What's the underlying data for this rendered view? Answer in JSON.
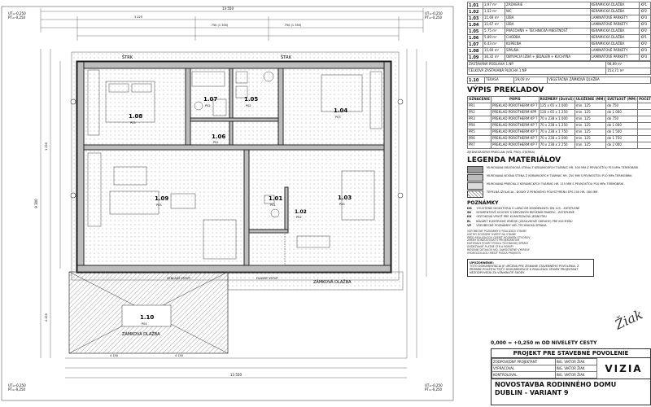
{
  "rooms": [
    {
      "id": "1.01",
      "area": "3,97 m²",
      "name": "ZÁDVERIE",
      "floor": "KERAMICKÁ DLAŽBA",
      "kp": "KP1"
    },
    {
      "id": "1.02",
      "area": "1,52 m²",
      "name": "WC",
      "floor": "KERAMICKÁ DLAŽBA",
      "kp": "KP2"
    },
    {
      "id": "1.03",
      "area": "11,69 m²",
      "name": "IZBA",
      "floor": "LAMINÁTOVÉ PARKETY",
      "kp": "KP3"
    },
    {
      "id": "1.04",
      "area": "11,67 m²",
      "name": "IZBA",
      "floor": "LAMINÁTOVÉ PARKETY",
      "kp": "KP3"
    },
    {
      "id": "1.05",
      "area": "5,75 m²",
      "name": "PRÁČOVŇA + TECHNICKÁ MIESTNOSŤ",
      "floor": "KERAMICKÁ DLAŽBA",
      "kp": "KP2"
    },
    {
      "id": "1.06",
      "area": "5,89 m²",
      "name": "CHODBA",
      "floor": "KERAMICKÁ DLAŽBA",
      "kp": "KP1"
    },
    {
      "id": "1.07",
      "area": "6,43 m²",
      "name": "KÚPEĽŇA",
      "floor": "KERAMICKÁ DLAŽBA",
      "kp": "KP2"
    },
    {
      "id": "1.08",
      "area": "15,69 m²",
      "name": "SPÁLŇA",
      "floor": "LAMINÁTOVÉ PARKETY",
      "kp": "KP3"
    },
    {
      "id": "1.09",
      "area": "36,32 m²",
      "name": "OBÝVACIA IZBA + JEDÁLEŇ + KUCHYŇA",
      "floor": "LAMINÁTOVÉ PARKETY",
      "kp": "KP3"
    }
  ],
  "totals": [
    {
      "label": "ZASTAVANÁ PODLAHA 1.NP",
      "value": "98,89 m²"
    },
    {
      "label": "CELKOVÁ ZASTAVANÁ PLOCHA 1.NP",
      "value": "153,71 m²"
    }
  ],
  "terrace": {
    "id": "1.10",
    "name": "TERASA",
    "area": "29,09 m²",
    "floor": "VEGETAČNÁ ZÁMKOVÁ DLAŽBA"
  },
  "lintels": {
    "title": "VÝPIS PREKLADOV",
    "headers": [
      "OZNAČENIE",
      "POPIS",
      "ROZMERY (DxVxŠ)",
      "ULOŽENIE (MM)",
      "SVETLOSŤ (MM)",
      "POČET"
    ],
    "rows": [
      [
        "PR1",
        "PREKLAD POROTHERM KP 7",
        "125 x 65 x 1 000",
        "min. 125",
        "do 750",
        ""
      ],
      [
        "PR2",
        "PREKLAD POROTHERM KPP",
        "120 x 65 x 1 250",
        "min. 125",
        "do 1 000",
        ""
      ],
      [
        "PR3",
        "PREKLAD POROTHERM KP 7",
        "70 x 238 x 1 000",
        "min. 125",
        "do 750",
        ""
      ],
      [
        "PR4",
        "PREKLAD POROTHERM KP 7",
        "70 x 238 x 1 250",
        "min. 125",
        "do 1 000",
        ""
      ],
      [
        "PR5",
        "PREKLAD POROTHERM KP 7",
        "70 x 238 x 1 750",
        "min. 125",
        "do 1 500",
        ""
      ],
      [
        "PR6",
        "PREKLAD POROTHERM KP 7",
        "70 x 238 x 2 000",
        "min. 125",
        "do 1 750",
        ""
      ],
      [
        "PR7",
        "PREKLAD POROTHERM KP 7",
        "70 x 238 x 2 250",
        "min. 125",
        "do 2 000",
        ""
      ]
    ],
    "note": "ZJEDNODUŠENÝ PRIEČLAN (VIĎ. PROJ. STATIKA)"
  },
  "legend": {
    "title": "LEGENDA MATERIÁLOV",
    "items": [
      "MUROVANÁ OBVODOVÁ STENA Z KERAMICKÝCH TVÁRNIC HR. 300 MM Z PEVNOSŤOU P15 MPa TERMOBRIK",
      "MUROVANÁ NOSNÁ STENA Z KERAMICKÝCH TVÁRNIC HR. 250 MM S PEVNOSŤOU P10 MPa TERMOBRIK",
      "MUROVANÁ PRIEČKA Z KERAMICKÝCH TVÁRNIC HR. 115 MM S PEVNOSŤOU P10 MPa TERMOBRIK",
      "TEPELNÁ IZOLÁCIA - DOSKY Z PENOVÉHO POLYSTYRÉNU EPS 150 HR. 180 MM"
    ]
  },
  "remarks": {
    "title": "POZNÁMKY",
    "items": [
      {
        "code": "DG",
        "text": "VYUSTENIE DIGESTORIA S LAPAČOM KONDENZÁTU DN 125 - ZATEPLENÉ"
      },
      {
        "code": "SK",
        "text": "SEGMENTOVÉ SCHODY S DREVENÝM RIEŠENÍM PAKÉRU - ZATEPLENÉ"
      },
      {
        "code": "KK",
        "text": "ODTOKOVÁ VPUSŤ PRE KLIMATIZAČNÚ JEDNOTKU"
      },
      {
        "code": "EL",
        "text": "HÁVARIT ELEKTRICKÉ ZDROJE (ZÁSUVKOVÉ OKRUHY) PRE KUCHYŇU"
      },
      {
        "code": "VP",
        "text": "VŠEOBECNÉ POZNÁMKY VIĎ. TECHNICKÁ SPRÁVA"
      }
    ]
  },
  "plan": {
    "labels": {
      "strk_left": "ŠTRK",
      "strk_right": "ŠTRK",
      "paving_right": "ZÁMKOVÁ DLAŽBA",
      "paving_terrace": "ZÁMKOVÁ DLAŽBA",
      "entry_main": "HLAVNÝ VSTUP",
      "entry_garden": "VEDĽAJŠÍ VSTUP"
    },
    "levels": {
      "top_left": "UT=-0,250\nPT=-0,250",
      "top_right": "UT=-0,250\nPT=-0,250",
      "bottom_left": "UT=-0,250\nPT=-0,250",
      "bottom_right": "UT=-0,250\nPT=-0,250"
    },
    "dims_top": [
      "13 550",
      "750 (1 300)",
      "750 (1 350)",
      "3 225"
    ],
    "dims_bottom": [
      "4 150",
      "4 150",
      "13 550"
    ],
    "dims_side": [
      "9 300",
      "1 200",
      "4 150"
    ],
    "rooms": [
      {
        "id": "1.07",
        "code": "P02"
      },
      {
        "id": "1.05",
        "code": "P02"
      },
      {
        "id": "1.04",
        "code": "P03"
      },
      {
        "id": "1.08",
        "code": "P03"
      },
      {
        "id": "1.06",
        "code": "P01"
      },
      {
        "id": "1.09",
        "code": "P03"
      },
      {
        "id": "1.01",
        "code": "P01"
      },
      {
        "id": "1.02",
        "code": "P02"
      },
      {
        "id": "1.03",
        "code": "P03"
      },
      {
        "id": "1.10",
        "code": "P04"
      }
    ]
  },
  "stamp": {
    "elevation": "0,000 = +0,250 m OD NIVELETY CESTY",
    "stage": "PROJEKT PRE STAVEBNÉ POVOLENIE",
    "roles": [
      {
        "role": "ZODPOVEDNÝ PROJEKTANT",
        "name": "ING. VIKTOR ŽIAK"
      },
      {
        "role": "VYPRACOVAL",
        "name": "ING. VIKTOR ŽIAK"
      },
      {
        "role": "KONTROLOVAL",
        "name": "ING. VIKTOR ŽIAK"
      }
    ],
    "firm": "VIZIA",
    "title_line1": "NOVOSTAVBA RODINNÉHO DOMU",
    "title_line2": "DUBLIN - VARIANT 9",
    "signature": "Žiak"
  },
  "notice": {
    "title": "UPOZORNENIE:",
    "text": "TOTO DOKUMENTÁCIA JE URČENÁ PRE ZÍSKANIE STAVEBNÉHO POVOLENIA. Z PRÍPADE POUŽITIA TEJTO DOKUMENTÁCIE K REALIZÁCII STAVBY PROJEKTANT NEZODPOVEDÁ ZA VZNIKNUTÉ ŠKODY."
  },
  "general_notes": [
    "VŠEOBECNÉ POZNÁMKY K REALIZÁCII STAVBY",
    "VŠETKY ROZMERY OVERIŤ NA STAVBE",
    "PRED REALIZÁCIOU OVERIŤ ROZMERY OTVOROV",
    "ZMENY KONZULTOVAŤ S PROJEKTANTOM",
    "MATERIÁLY POUŽIŤ PODĽA TECHNICKEJ SPRÁVY",
    "DODRŽIAVAŤ PLATNÉ STN A NORMY",
    "RIEŠENIE DETAILOV VIĎ. SAMOSTATNÉ VÝKRESY",
    "HYDROIZOLÁCIU RIEŠIŤ PODĽA PROJEKTU"
  ]
}
